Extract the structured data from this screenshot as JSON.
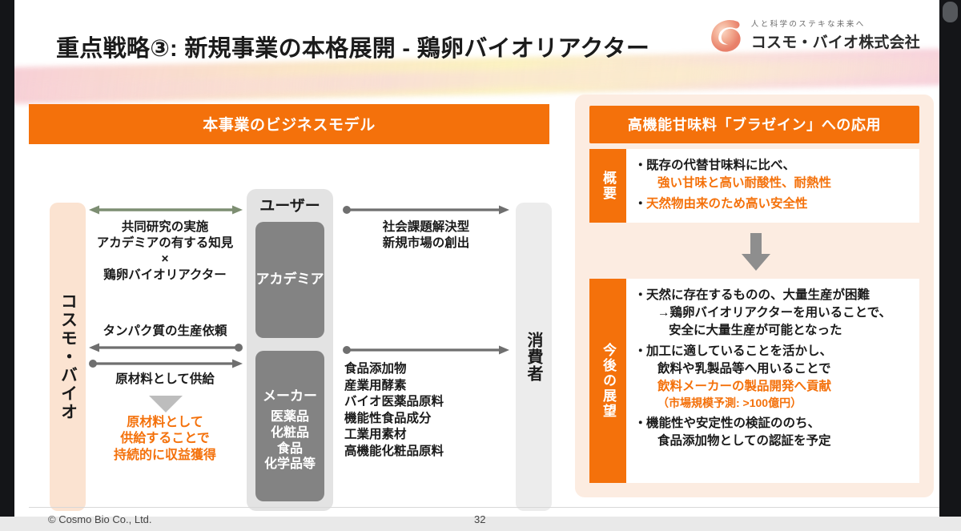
{
  "slide": {
    "title": "重点戦略③: 新規事業の本格展開 - 鶏卵バイオリアクター",
    "logo": {
      "tagline": "人と科学のステキな未来へ",
      "company": "コスモ・バイオ株式会社"
    },
    "footer": {
      "copyright": "© Cosmo Bio Co., Ltd.",
      "page_number": "32"
    }
  },
  "left_panel": {
    "header": "本事業のビジネスモデル",
    "company_column": "コスモ・バイオ",
    "consumer_column": "消費者",
    "user_column": {
      "label": "ユーザー",
      "academia": {
        "title": "アカデミア"
      },
      "maker": {
        "title": "メーカー",
        "items": [
          "医薬品",
          "化粧品",
          "食品",
          "化学品等"
        ]
      }
    },
    "flows": {
      "joint_research": {
        "line1": "共同研究の実施",
        "line2": "アカデミアの有する知見",
        "line3": "×",
        "line4": "鶏卵バイオリアクター"
      },
      "protein_request": "タンパク質の生産依頼",
      "material_supply": "原材料として供給",
      "revenue_note": {
        "line1": "原材料として",
        "line2": "供給することで",
        "line3": "持続的に収益獲得"
      },
      "social_value": {
        "line1": "社会課題解決型",
        "line2": "新規市場の創出"
      },
      "products": [
        "食品添加物",
        "産業用酵素",
        "バイオ医薬品原料",
        "機能性食品成分",
        "工業用素材",
        "高機能化粧品原料"
      ]
    }
  },
  "right_panel": {
    "header": "高機能甘味料「ブラゼイン」への応用",
    "overview": {
      "tab_label": "概要",
      "bullets": [
        {
          "plain": "既存の代替甘味料に比べ、",
          "accent": "強い甘味と高い耐酸性、耐熱性"
        },
        {
          "accent": "天然物由来のため高い安全性"
        }
      ]
    },
    "outlook": {
      "tab_label": "今後の展望",
      "bullets": [
        {
          "line1": "天然に存在するものの、大量生産が困難",
          "line2": "→鶏卵バイオリアクターを用いることで、",
          "line3": "安全に大量生産が可能となった"
        },
        {
          "line1": "加工に適していることを活かし、",
          "line2": "飲料や乳製品等へ用いることで",
          "accent1": "飲料メーカーの製品開発へ貢献",
          "accent2": "（市場規模予測: >100億円）"
        },
        {
          "line1": "機能性や安定性の検証ののち、",
          "line2": "食品添加物としての認証を予定"
        }
      ]
    }
  },
  "colors": {
    "accent_orange": "#f4710b",
    "peach_bg": "#fcece1",
    "company_box": "#fbe3d1",
    "gray_box": "#838383"
  }
}
